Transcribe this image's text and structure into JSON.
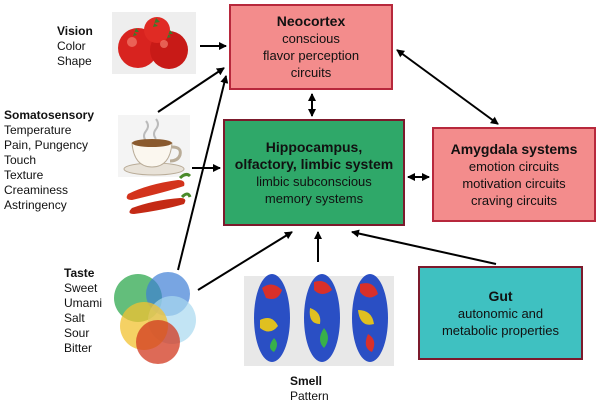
{
  "inputs": {
    "vision": {
      "title": "Vision",
      "lines": [
        "Color",
        "Shape"
      ]
    },
    "somatosensory": {
      "title": "Somatosensory",
      "lines": [
        "Temperature",
        "Pain, Pungency",
        "Touch",
        "Texture",
        "Creaminess",
        "Astringency"
      ]
    },
    "taste": {
      "title": "Taste",
      "lines": [
        "Sweet",
        "Umami",
        "Salt",
        "Sour",
        "Bitter"
      ]
    },
    "smell": {
      "title": "Smell",
      "lines": [
        "Pattern"
      ]
    }
  },
  "boxes": {
    "neocortex": {
      "title": "Neocortex",
      "lines": [
        "conscious",
        "flavor perception",
        "circuits"
      ]
    },
    "hippocampus": {
      "title_lines": [
        "Hippocampus,",
        "olfactory, limbic system"
      ],
      "lines": [
        "limbic subconscious",
        "memory systems"
      ]
    },
    "amygdala": {
      "title": "Amygdala systems",
      "lines": [
        "emotion circuits",
        "motivation circuits",
        "craving circuits"
      ]
    },
    "gut": {
      "title": "Gut",
      "lines": [
        "autonomic and",
        "metabolic properties"
      ]
    }
  },
  "icons": [
    "tomato-icon",
    "coffee-cup-icon",
    "chili-pepper-icon",
    "taste-circles-icon",
    "smell-brain-map-icon"
  ],
  "colors": {
    "neocortex": "#f38c8c",
    "hippocampus": "#2fa869",
    "amygdala": "#f38c8c",
    "gut": "#3fc1c1",
    "border": "#b7283c"
  }
}
